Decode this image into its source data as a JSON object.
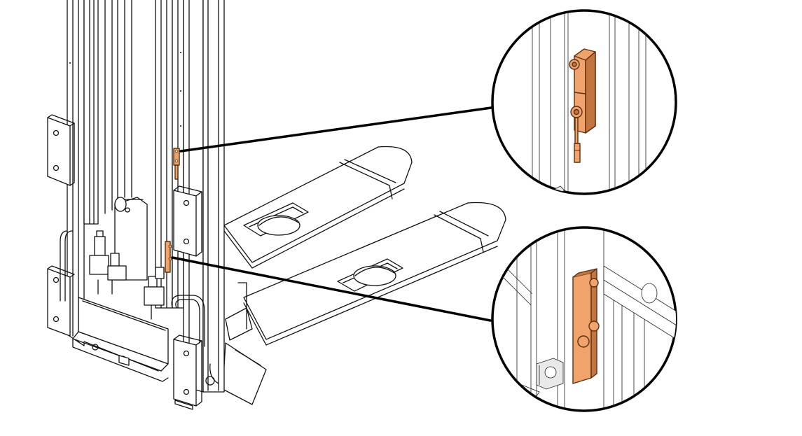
{
  "figure": {
    "highlight_color": "#F0A36B",
    "highlight_dark": "#C4743E",
    "line_color": "#000000"
  },
  "callouts": [
    {
      "id": "upper",
      "shape": "magnified-detail-circle",
      "highlight": "bracket-with-cable"
    },
    {
      "id": "lower",
      "shape": "magnified-detail-circle",
      "highlight": "flat-bracket-plate"
    }
  ]
}
